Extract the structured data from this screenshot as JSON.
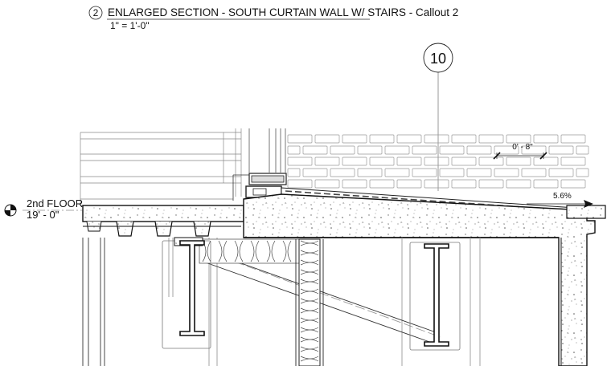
{
  "title": {
    "number": "2",
    "text": "ENLARGED SECTION - SOUTH CURTAIN WALL W/ STAIRS - Callout 2",
    "scale": "1\" = 1'-0\""
  },
  "grid_tag": "10",
  "level": {
    "name": "2nd FLOOR",
    "elevation": "19' - 0\""
  },
  "dimension": "0' - 8\"",
  "slope": "5.6%"
}
